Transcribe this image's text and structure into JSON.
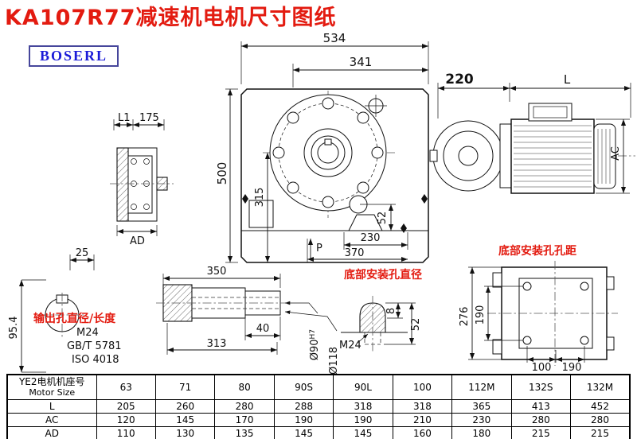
{
  "page": {
    "title": "KA107R77减速机电机尺寸图纸",
    "brand": "BOSERL"
  },
  "annotations": {
    "output_hole": "输出孔直径/长度",
    "bottom_hole_dia": "底部安装孔直径",
    "bottom_hole_pitch": "底部安装孔孔距",
    "thread_output": "M24",
    "thread_bottom": "M24",
    "standard_gb": "GB/T 5781",
    "standard_iso": "ISO 4018",
    "force_p": "P"
  },
  "dims": {
    "flange_side_view": {
      "l1": "L1",
      "w175": "175",
      "ad": "AD"
    },
    "main_view": {
      "w534": "534",
      "w341": "341",
      "h500": "500",
      "h315": "315",
      "h52": "52",
      "w230": "230",
      "w370": "370"
    },
    "motor_view": {
      "w220": "220",
      "len": "L",
      "ac": "AC"
    },
    "shaft_view": {
      "w25": "25",
      "h95_4": "95.4",
      "w350": "350",
      "w40": "40",
      "w313": "313",
      "d90": "Ø90",
      "d90_tol": "H7",
      "d118": "Ø118"
    },
    "bolt_view": {
      "h8": "8",
      "h52": "52"
    },
    "bottom_view": {
      "h276": "276",
      "v190": "190",
      "w100": "100",
      "w190": "190"
    }
  },
  "table": {
    "title_cn": "YE2电机机座号",
    "title_en": "Motor Size",
    "sizes": [
      "63",
      "71",
      "80",
      "90S",
      "90L",
      "100",
      "112M",
      "132S",
      "132M"
    ],
    "rows": [
      {
        "label": "L",
        "values": [
          "205",
          "260",
          "280",
          "288",
          "318",
          "318",
          "365",
          "413",
          "452"
        ]
      },
      {
        "label": "AC",
        "values": [
          "120",
          "145",
          "170",
          "190",
          "190",
          "210",
          "230",
          "280",
          "280"
        ]
      },
      {
        "label": "AD",
        "values": [
          "110",
          "130",
          "135",
          "145",
          "145",
          "160",
          "180",
          "215",
          "215"
        ]
      }
    ]
  },
  "colors": {
    "accent_red": "#e31b10",
    "brand_blue": "#1b1bd8",
    "line": "#111111"
  }
}
